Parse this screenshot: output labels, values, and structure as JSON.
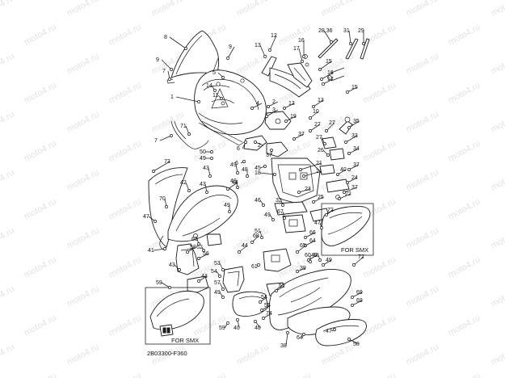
{
  "watermark": {
    "text": "moto4.ru"
  },
  "diagram": {
    "code": "2B03300-F360",
    "inset_captions": [
      "FOR SMX",
      "FOR SMX"
    ],
    "callouts": [
      {
        "n": "8"
      },
      {
        "n": "9"
      },
      {
        "n": "9"
      },
      {
        "n": "7"
      },
      {
        "n": "1"
      },
      {
        "n": "71"
      },
      {
        "n": "7"
      },
      {
        "n": "5"
      },
      {
        "n": "11"
      },
      {
        "n": "14"
      },
      {
        "n": "3"
      },
      {
        "n": "4"
      },
      {
        "n": "12"
      },
      {
        "n": "13"
      },
      {
        "n": "16"
      },
      {
        "n": "17"
      },
      {
        "n": "15"
      },
      {
        "n": "28,36"
      },
      {
        "n": "31"
      },
      {
        "n": "29"
      },
      {
        "n": "16"
      },
      {
        "n": "17"
      },
      {
        "n": "15"
      },
      {
        "n": "13"
      },
      {
        "n": "10"
      },
      {
        "n": "13"
      },
      {
        "n": "2"
      },
      {
        "n": "19"
      },
      {
        "n": "35"
      },
      {
        "n": "6"
      },
      {
        "n": "2"
      },
      {
        "n": "37"
      },
      {
        "n": "27"
      },
      {
        "n": "27"
      },
      {
        "n": "33"
      },
      {
        "n": "50"
      },
      {
        "n": "49"
      },
      {
        "n": "6"
      },
      {
        "n": "37"
      },
      {
        "n": "45"
      },
      {
        "n": "27"
      },
      {
        "n": "34"
      },
      {
        "n": "26"
      },
      {
        "n": "37"
      },
      {
        "n": "73"
      },
      {
        "n": "43"
      },
      {
        "n": "49"
      },
      {
        "n": "48"
      },
      {
        "n": "49"
      },
      {
        "n": "18"
      },
      {
        "n": "21"
      },
      {
        "n": "21"
      },
      {
        "n": "40"
      },
      {
        "n": "24"
      },
      {
        "n": "37"
      },
      {
        "n": "42"
      },
      {
        "n": "44"
      },
      {
        "n": "43"
      },
      {
        "n": "46"
      },
      {
        "n": "23"
      },
      {
        "n": "25"
      },
      {
        "n": "22"
      },
      {
        "n": "32"
      },
      {
        "n": "70"
      },
      {
        "n": "49"
      },
      {
        "n": "47"
      },
      {
        "n": "49"
      },
      {
        "n": "67"
      },
      {
        "n": "51"
      },
      {
        "n": "72"
      },
      {
        "n": "47"
      },
      {
        "n": "44"
      },
      {
        "n": "68"
      },
      {
        "n": "66"
      },
      {
        "n": "63"
      },
      {
        "n": "62"
      },
      {
        "n": "58"
      },
      {
        "n": "41"
      },
      {
        "n": "56"
      },
      {
        "n": "65"
      },
      {
        "n": "64"
      },
      {
        "n": "49"
      },
      {
        "n": "43"
      },
      {
        "n": "61"
      },
      {
        "n": "39"
      },
      {
        "n": "54"
      },
      {
        "n": "53"
      },
      {
        "n": "60"
      },
      {
        "n": "48"
      },
      {
        "n": "49"
      },
      {
        "n": "43"
      },
      {
        "n": "59"
      },
      {
        "n": "57"
      },
      {
        "n": "52"
      },
      {
        "n": "72"
      },
      {
        "n": "49"
      },
      {
        "n": "54"
      },
      {
        "n": "55"
      },
      {
        "n": "74"
      },
      {
        "n": "59"
      },
      {
        "n": "40"
      },
      {
        "n": "40"
      },
      {
        "n": "38"
      },
      {
        "n": "64"
      },
      {
        "n": "47"
      },
      {
        "n": "69"
      },
      {
        "n": "50"
      },
      {
        "n": "69"
      }
    ]
  }
}
